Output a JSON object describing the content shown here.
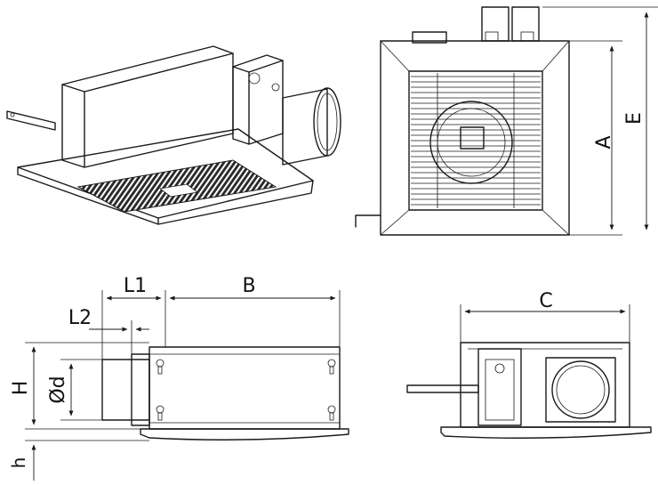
{
  "dimensions": {
    "A": "A",
    "E": "E",
    "L1": "L1",
    "B": "B",
    "L2": "L2",
    "H": "H",
    "d": "Ød",
    "h": "h",
    "C": "C"
  }
}
